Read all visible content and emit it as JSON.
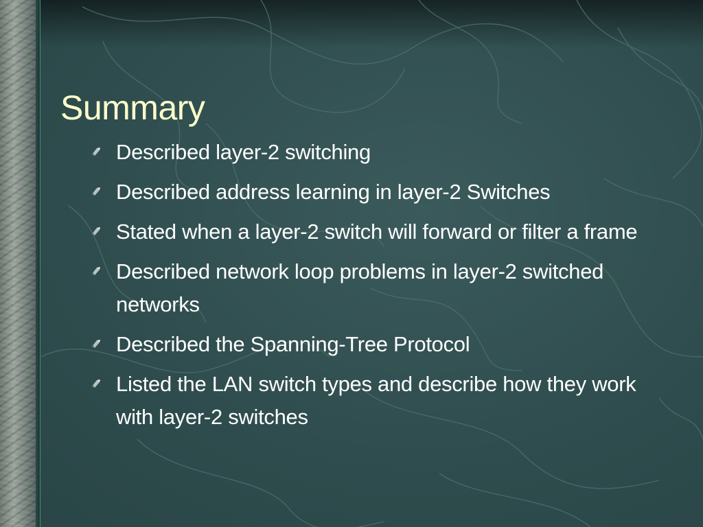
{
  "slide": {
    "title": "Summary",
    "bullets": [
      {
        "icon": "pin-bullet-icon",
        "text": "Described layer-2 switching"
      },
      {
        "icon": "pin-bullet-icon",
        "text": "Described address learning in layer-2 Switches"
      },
      {
        "icon": "pin-bullet-icon",
        "text": "Stated when a layer-2 switch will forward or filter a frame"
      },
      {
        "icon": "pin-bullet-icon",
        "text": "Described network loop problems in layer-2 switched networks"
      },
      {
        "icon": "pin-bullet-icon",
        "text": "Described the Spanning-Tree Protocol"
      },
      {
        "icon": "pin-bullet-icon",
        "text": "Listed the LAN switch types and describe how they work with layer-2 switches"
      }
    ]
  },
  "colors": {
    "background": "#2f4c4d",
    "title": "#ffffcc",
    "body_text": "#ffffff"
  }
}
